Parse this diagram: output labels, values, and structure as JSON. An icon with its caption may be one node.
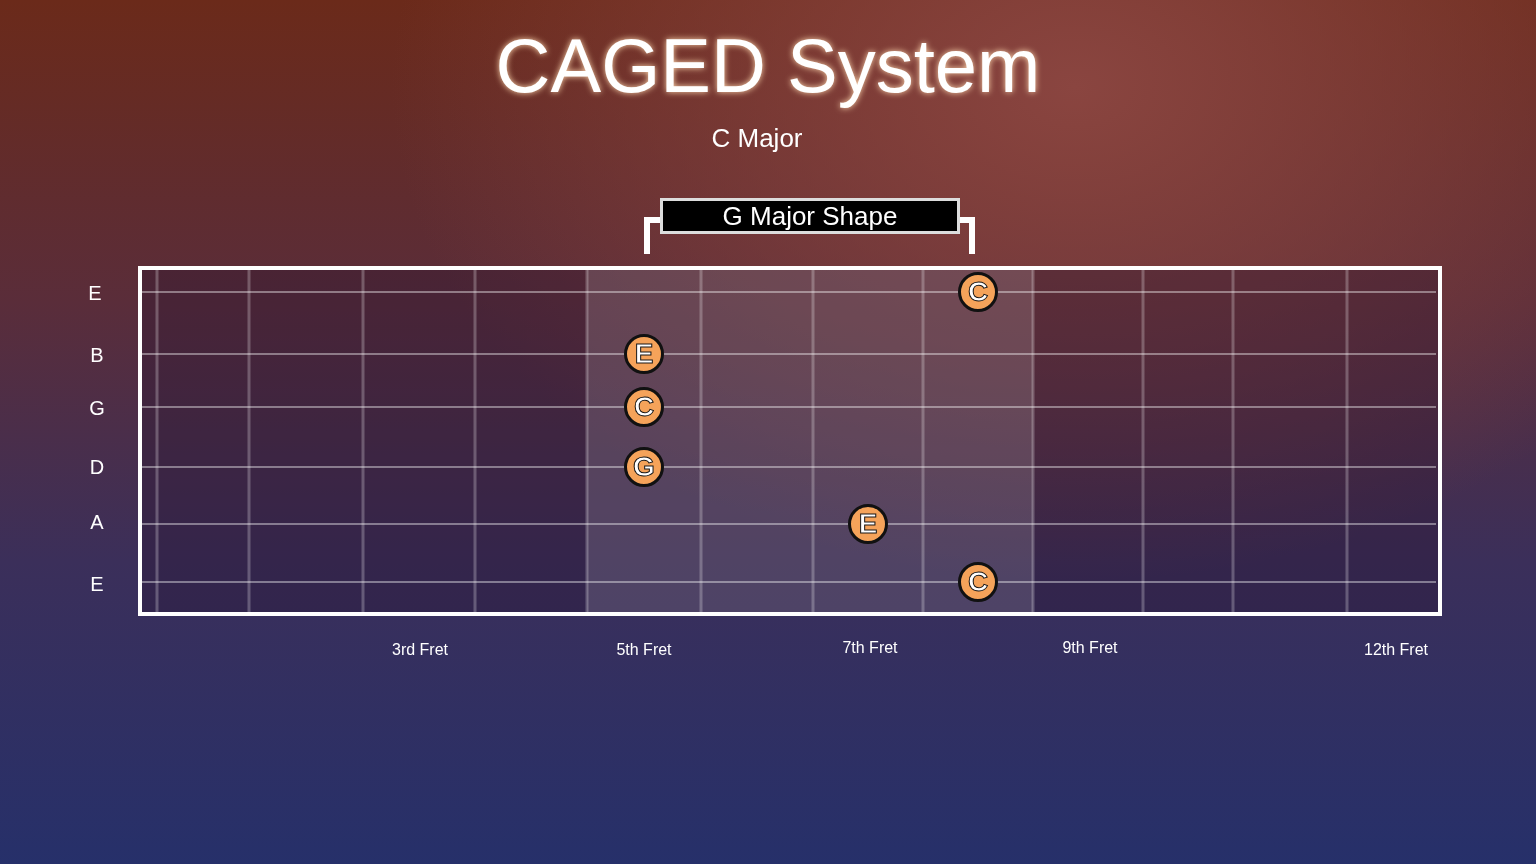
{
  "diagram": {
    "title": "CAGED System",
    "nodes": [
      {
        "text": [
          "G Major Shape"
        ]
      },
      {
        "text": [
          "C"
        ]
      },
      {
        "text": [
          "E"
        ]
      },
      {
        "text": [
          "C"
        ]
      },
      {
        "text": [
          "G"
        ]
      },
      {
        "text": [
          "E"
        ]
      },
      {
        "text": [
          "C"
        ]
      }
    ],
    "edges": [],
    "labels": [
      "C Major",
      "E",
      "B",
      "G",
      "D",
      "A",
      "E",
      "3rd Fret",
      "5th Fret",
      "7th Fret",
      "9th Fret",
      "12th Fret"
    ]
  }
}
